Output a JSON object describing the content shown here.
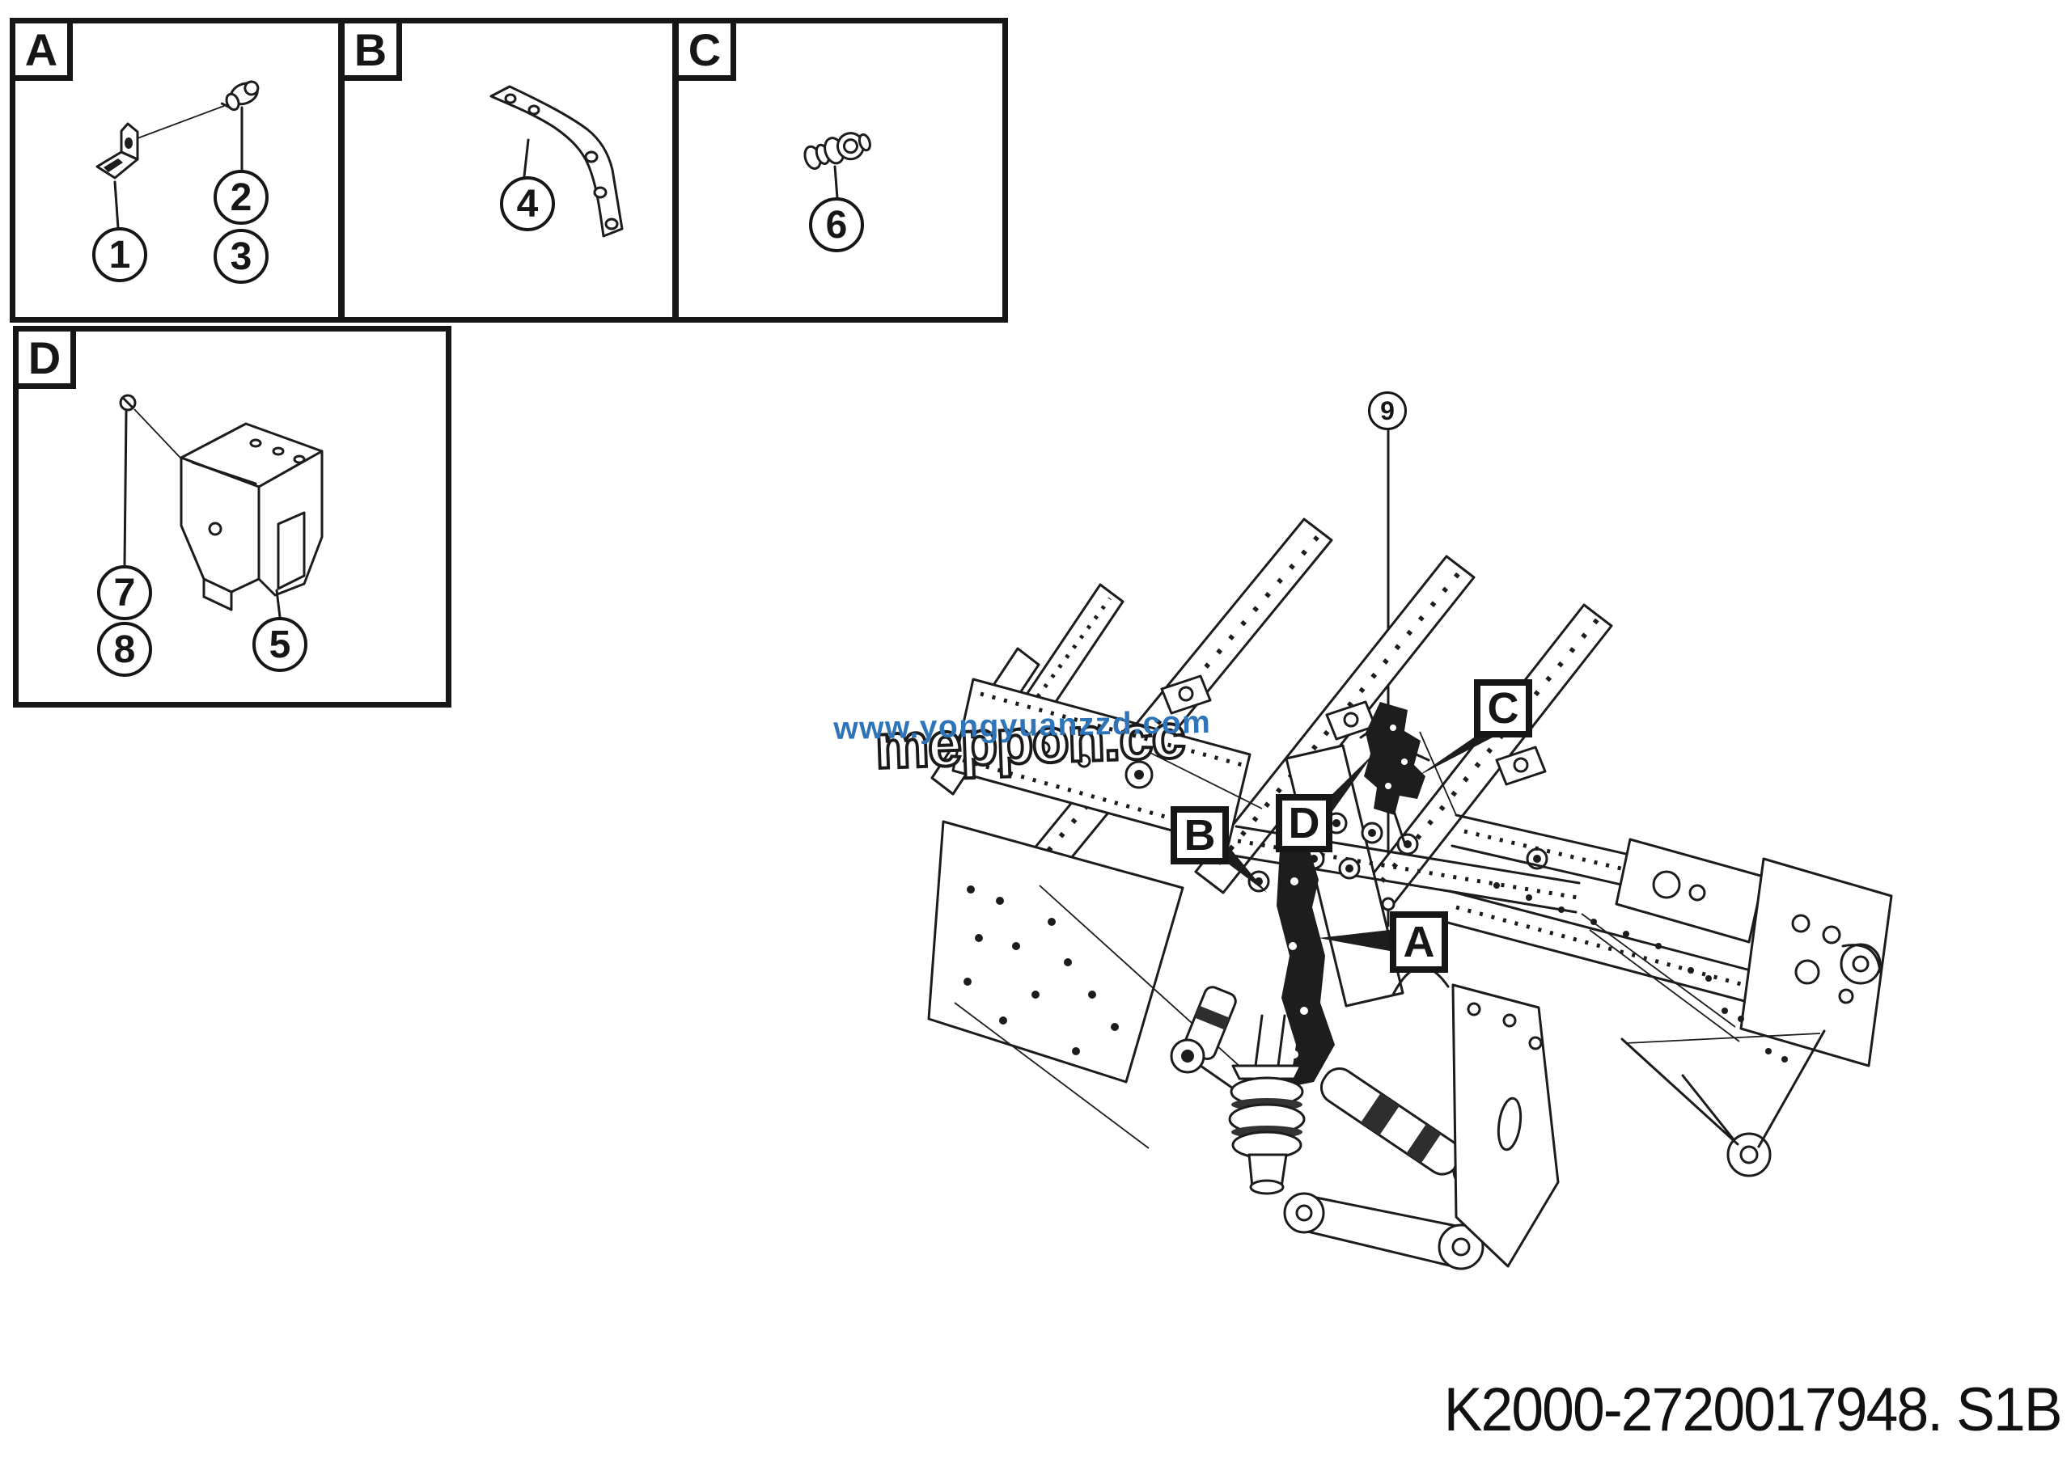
{
  "ink_color": "#1c1c1c",
  "accent_blue": "#2e74b8",
  "detail_panels": {
    "a": {
      "label": "A",
      "callout_1": "1",
      "callout_2": "2",
      "callout_3": "3"
    },
    "b": {
      "label": "B",
      "callout_4": "4"
    },
    "c": {
      "label": "C",
      "callout_6": "6"
    },
    "d": {
      "label": "D",
      "callout_5": "5",
      "callout_7": "7",
      "callout_8": "8"
    }
  },
  "main_view": {
    "callout_a": "A",
    "callout_b": "B",
    "callout_c": "C",
    "callout_d": "D",
    "callout_9": "9"
  },
  "watermark": {
    "site_url": "www.yongyuanzzd.com",
    "brand": "meppon.cc"
  },
  "footer": {
    "drawing_number": "K2000-2720017948. S1B"
  }
}
